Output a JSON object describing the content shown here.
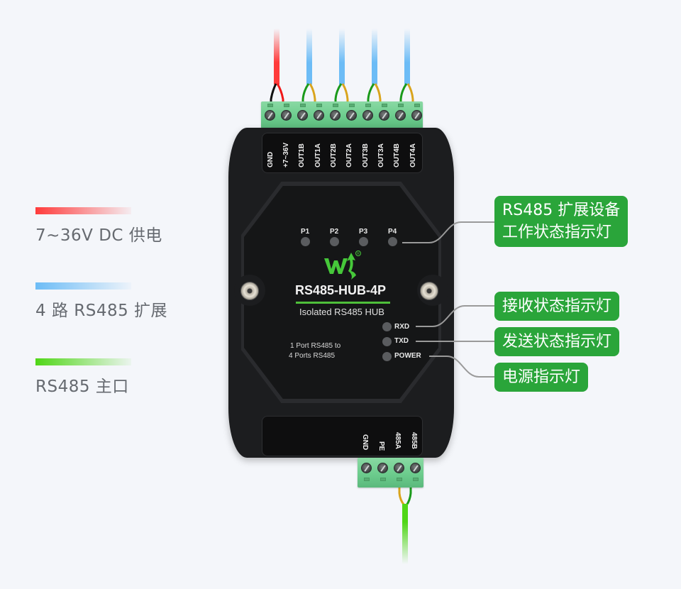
{
  "legend": [
    {
      "label": "7~36V DC 供电",
      "color": "#ff3b3b"
    },
    {
      "label": "4 路 RS485 扩展",
      "color": "#6cbcf6"
    },
    {
      "label": "RS485 主口",
      "color": "#4fd616"
    }
  ],
  "device": {
    "model": "RS485-HUB-4P",
    "subtitle": "Isolated RS485 HUB",
    "description": [
      "1 Port RS485 to",
      "4 Ports RS485"
    ],
    "brand_logo": "waveshare-logo",
    "top_ports": [
      "GND",
      "+7~36V",
      "OUT1B",
      "OUT1A",
      "OUT2B",
      "OUT2A",
      "OUT3B",
      "OUT3A",
      "OUT4B",
      "OUT4A"
    ],
    "bottom_ports": [
      "GND",
      "PE",
      "485A",
      "485B"
    ],
    "port_leds": [
      "P1",
      "P2",
      "P3",
      "P4"
    ],
    "status_leds": [
      "RXD",
      "TXD",
      "POWER"
    ]
  },
  "callouts": {
    "port_status": [
      "RS485 扩展设备",
      "工作状态指示灯"
    ],
    "rx_status": "接收状态指示灯",
    "tx_status": "发送状态指示灯",
    "power": "电源指示灯"
  },
  "colors": {
    "background": "#f4f6fa",
    "callout": "#2aa53a",
    "power_wire": "#ff3b3b",
    "expansion_wire": "#6cbcf6",
    "main_wire": "#4fd616",
    "terminal": "#6ccc8d",
    "device_body": "#1c1d1f"
  }
}
